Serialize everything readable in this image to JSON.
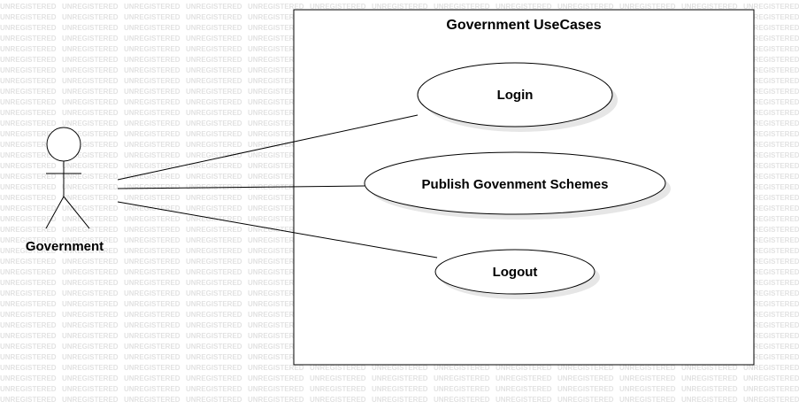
{
  "watermark": {
    "text": "UNREGISTERED"
  },
  "system": {
    "title": "Government UseCases"
  },
  "actor": {
    "label": "Government"
  },
  "use_cases": [
    {
      "label": "Login"
    },
    {
      "label": "Publish Govenment Schemes"
    },
    {
      "label": "Logout"
    }
  ]
}
